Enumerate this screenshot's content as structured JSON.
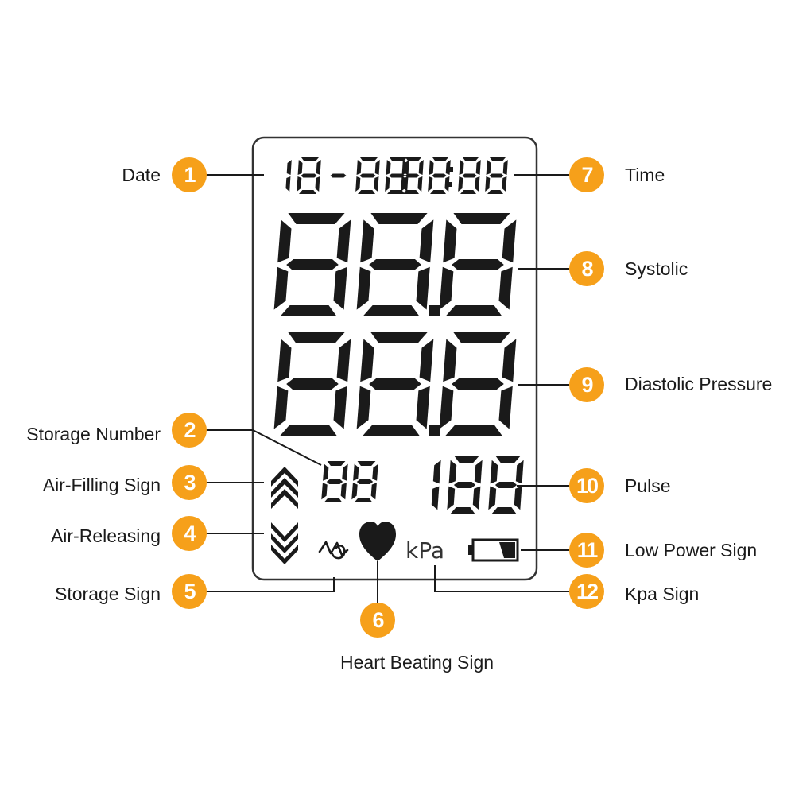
{
  "display": {
    "date": "18-88",
    "time": "88:88",
    "systolic": "88.8",
    "diastolic": "88.8",
    "storage_number": "88",
    "pulse": "188",
    "kpa": "kPa"
  },
  "callouts": [
    {
      "n": "1",
      "label": "Date"
    },
    {
      "n": "2",
      "label": "Storage Number"
    },
    {
      "n": "3",
      "label": "Air-Filling Sign"
    },
    {
      "n": "4",
      "label": "Air-Releasing"
    },
    {
      "n": "5",
      "label": "Storage Sign"
    },
    {
      "n": "6",
      "label": "Heart Beating Sign"
    },
    {
      "n": "7",
      "label": "Time"
    },
    {
      "n": "8",
      "label": "Systolic"
    },
    {
      "n": "9",
      "label": "Diastolic Pressure"
    },
    {
      "n": "10",
      "label": "Pulse"
    },
    {
      "n": "11",
      "label": "Low Power Sign"
    },
    {
      "n": "12",
      "label": "Kpa Sign"
    }
  ],
  "colors": {
    "badge": "#f6a01a",
    "ink": "#1a1a1a",
    "frame": "#333333"
  },
  "icons": [
    "air-filling-chevrons-icon",
    "air-releasing-chevrons-icon",
    "storage-icon",
    "heart-icon",
    "battery-icon"
  ]
}
